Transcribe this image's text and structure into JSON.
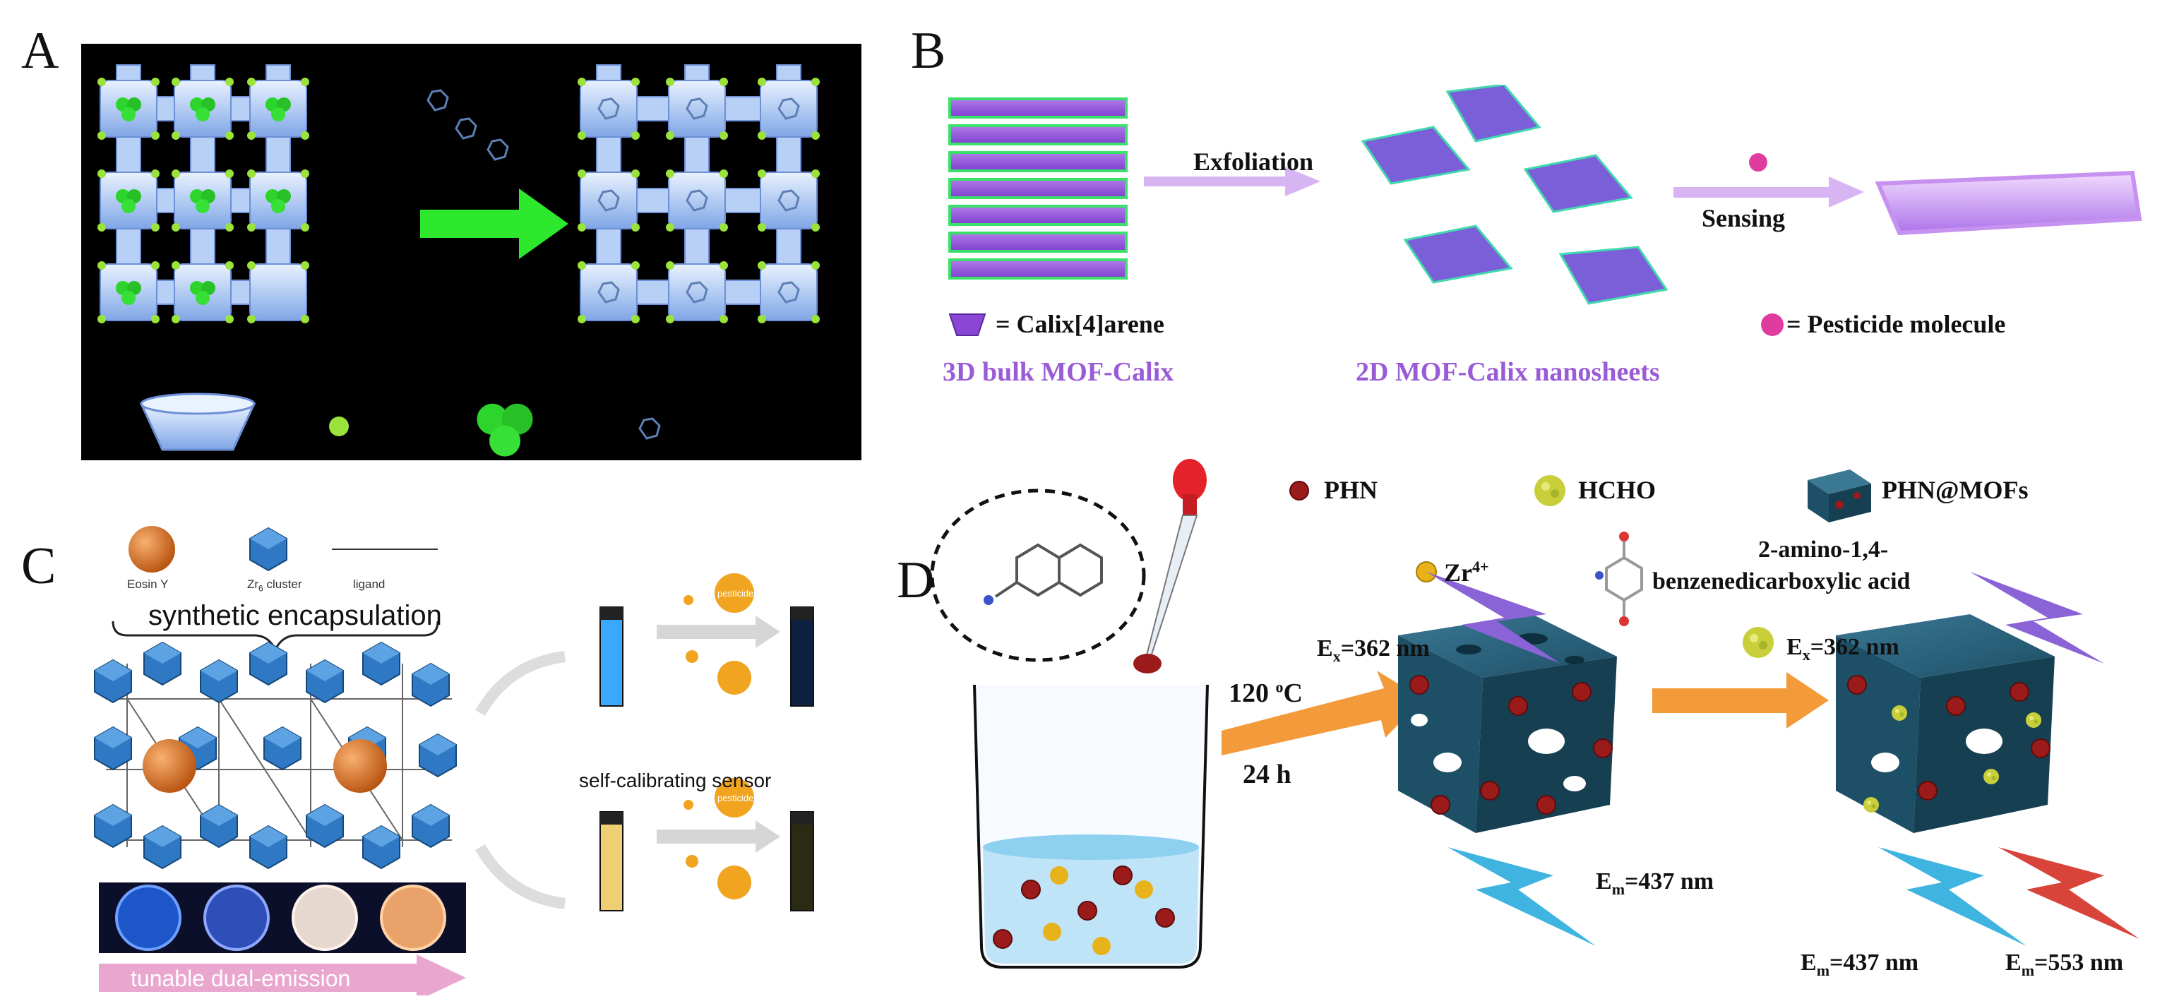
{
  "panels": {
    "a": {
      "letter": "A"
    },
    "b": {
      "letter": "B",
      "exfoliation": "Exfoliation",
      "sensing": "Sensing",
      "calix_legend": "= Calix[4]arene",
      "pesticide_legend": "= Pesticide molecule",
      "bulk_caption": "3D bulk MOF-Calix",
      "nanosheet_caption": "2D MOF-Calix nanosheets"
    },
    "c": {
      "letter": "C",
      "legend_eosin": "Eosin Y",
      "legend_zr": "Zr",
      "legend_zr_sub": "6",
      "legend_zr_rest": " cluster",
      "legend_ligand": "ligand",
      "synthetic_encapsulation": "synthetic encapsulation",
      "self_calibrating": "self-calibrating sensor",
      "pesticide_top": "pesticide",
      "pesticide_bottom": "pesticide",
      "tunable": "tunable dual-emission"
    },
    "d": {
      "letter": "D",
      "phn": "PHN",
      "hcho": "HCHO",
      "phn_mofs": "PHN@MOFs",
      "zr": "Zr",
      "zr_sup": "4+",
      "acid_line1": "2-amino-1,4-",
      "acid_line2": "benzenedicarboxylic acid",
      "temp_value": "120 ",
      "temp_sup": "o",
      "temp_unit": "C",
      "time": "24 h",
      "ex1_base": "E",
      "ex1_sub": "x",
      "ex1_rest": "=362 nm",
      "em1_base": "E",
      "em1_sub": "m",
      "em1_rest": "=437 nm",
      "ex2_base": "E",
      "ex2_sub": "x",
      "ex2_rest": "=362 nm",
      "em2_base": "E",
      "em2_sub": "m",
      "em2_rest": "=437 nm",
      "em3_base": "E",
      "em3_sub": "m",
      "em3_rest": "=553 nm"
    }
  },
  "colors": {
    "panel_a_bg": "#000000",
    "green_arrow": "#2ee82e",
    "calix_purple": "#9a5bd6",
    "mof_teal": "#1d4f66",
    "phn_red": "#9b1b1b",
    "zr_gold": "#e7b21a",
    "zr_cluster_blue": "#2f79c4",
    "orange_arrow": "#f39a3a",
    "pink_arrow": "#e9a6cf",
    "excitation_purple": "#8a63d6",
    "emission_blue": "#3fb4e0",
    "emission_red": "#d9443a"
  }
}
